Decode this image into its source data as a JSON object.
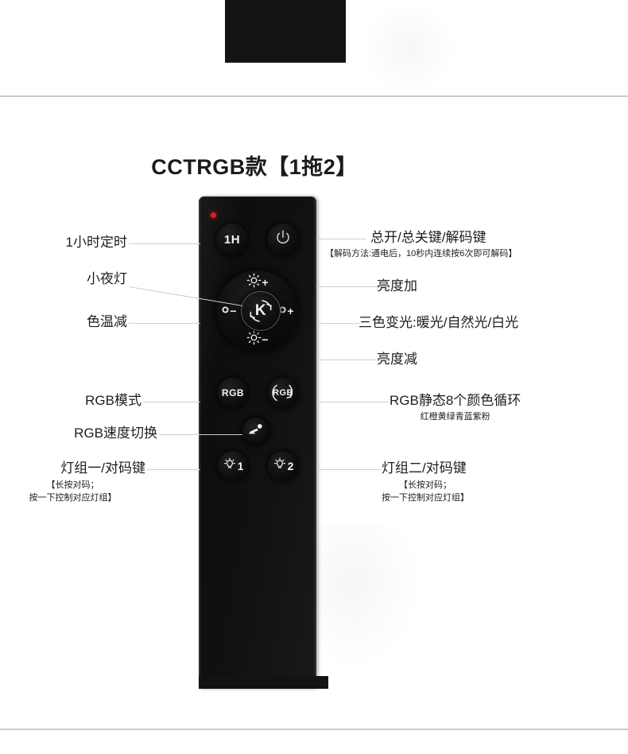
{
  "page": {
    "title": "CCTRGB款【1拖2】",
    "accent_led_color": "#e01b1b",
    "remote_body_color": "#111111",
    "divider_color": "#c9c9c9"
  },
  "remote": {
    "buttons": {
      "timer": {
        "label": "1H",
        "icon": "timer-1h-icon"
      },
      "power": {
        "label": "",
        "icon": "power-icon"
      },
      "brightness_up": {
        "label": "+",
        "icon": "sun-icon"
      },
      "brightness_down": {
        "label": "−",
        "icon": "sun-icon"
      },
      "cct_down": {
        "label": "−",
        "icon": "circle-icon"
      },
      "cct_up": {
        "label": "+",
        "icon": "circle-icon"
      },
      "kelvin": {
        "label": "K",
        "icon": "kelvin-cycle-icon"
      },
      "rgb": {
        "label": "RGB",
        "icon": "rgb-icon"
      },
      "rgb_cycle": {
        "label": "RGB",
        "icon": "rgb-cycle-icon"
      },
      "speed": {
        "label": "",
        "icon": "speed-icon"
      },
      "group1": {
        "label": "1",
        "icon": "bulb-icon"
      },
      "group2": {
        "label": "2",
        "icon": "bulb-icon"
      }
    }
  },
  "annotations": {
    "left": [
      {
        "key": "timer",
        "main": "1小时定时",
        "sub": ""
      },
      {
        "key": "nightlight",
        "main": "小夜灯",
        "sub": ""
      },
      {
        "key": "cct_down",
        "main": "色温减",
        "sub": ""
      },
      {
        "key": "rgb_mode",
        "main": "RGB模式",
        "sub": ""
      },
      {
        "key": "rgb_speed",
        "main": "RGB速度切换",
        "sub": ""
      },
      {
        "key": "group1",
        "main": "灯组一/对码键",
        "sub_line1": "【长按对码；",
        "sub_line2": "按一下控制对应灯组】"
      }
    ],
    "right": [
      {
        "key": "power",
        "main": "总开/总关键/解码键",
        "sub": "【解码方法:通电后，10秒内连续按6次即可解码】"
      },
      {
        "key": "bright_up",
        "main": "亮度加",
        "sub": ""
      },
      {
        "key": "cct_change",
        "main": "三色变光:暖光/自然光/白光",
        "sub": ""
      },
      {
        "key": "bright_down",
        "main": "亮度减",
        "sub": ""
      },
      {
        "key": "rgb_static",
        "main": "RGB静态8个颜色循环",
        "sub": "红橙黄绿青蓝紫粉"
      },
      {
        "key": "group2",
        "main": "灯组二/对码键",
        "sub_line1": "【长按对码；",
        "sub_line2": "按一下控制对应灯组】"
      }
    ]
  }
}
